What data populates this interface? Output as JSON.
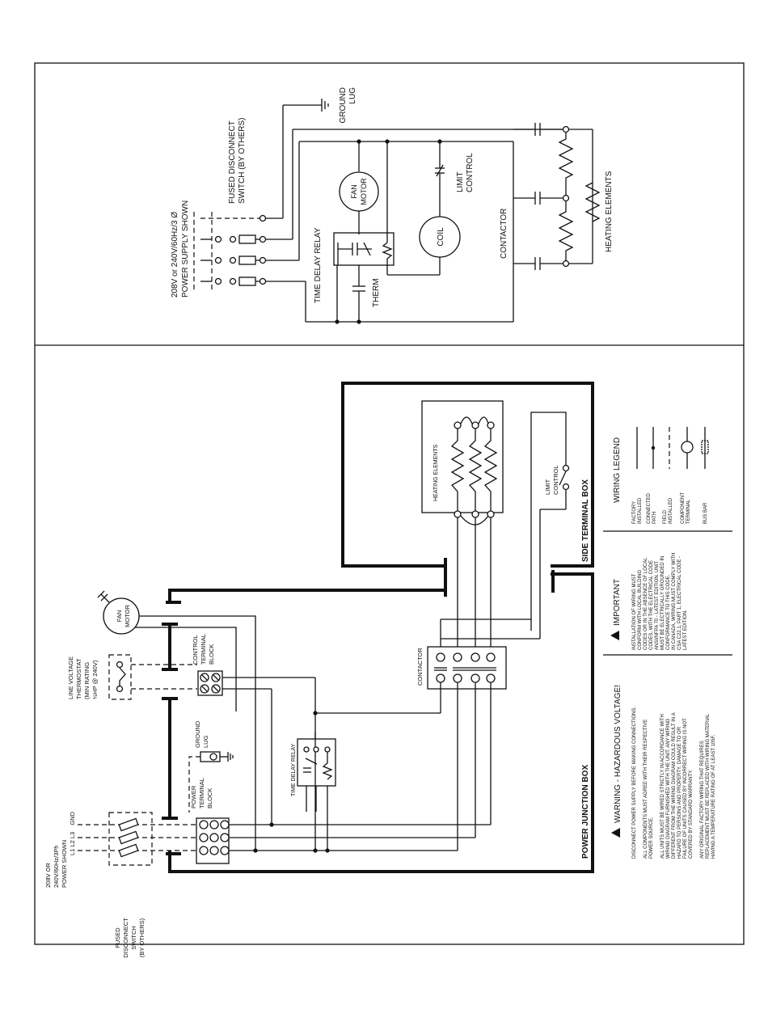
{
  "schematic": {
    "ground_lug": [
      "GROUND",
      "LUG"
    ],
    "fused_disconnect": [
      "FUSED DISCONNECT",
      "SWITCH (BY OTHERS)"
    ],
    "power_supply": [
      "208V or 240V/60Hz/3  Ø",
      "POWER SUPPLY SHOWN"
    ],
    "fan_motor": [
      "FAN",
      "MOTOR"
    ],
    "limit_control": [
      "LIMIT",
      "CONTROL"
    ],
    "coil": "COIL",
    "time_delay_relay": "TIME DELAY RELAY",
    "therm": "THERM",
    "contactor": "CONTACTOR",
    "heating_elements": "HEATING ELEMENTS"
  },
  "wiring": {
    "heating_elements": "HEATING ELEMENTS",
    "limit_control": [
      "LIMIT",
      "CONTROL"
    ],
    "side_terminal_box": "SIDE TERMINAL BOX",
    "fan_motor": [
      "FAN",
      "MOTOR"
    ],
    "control_terminal_block": [
      "CONTROL",
      "TERMINAL",
      "BLOCK"
    ],
    "contactor": "CONTACTOR",
    "thermostat": [
      "LINE VOLTAGE",
      "THERMOSTAT",
      "(MIN RATING",
      "½HP @ 240V)"
    ],
    "ground_lug": [
      "GROUND",
      "LUG"
    ],
    "time_delay_relay": "TIME DELAY RELAY",
    "power_terminal_block": [
      "POWER",
      "TERMINAL",
      "BLOCK"
    ],
    "gnd": "GND",
    "lines": "L1  L2  L3",
    "power_shown": [
      "208V OR",
      "240V/60Hz/3Ph",
      "POWER SHOWN"
    ],
    "fused_switch": [
      "FUSED",
      "DISCONNECT",
      "SWITCH",
      "(BY OTHERS)"
    ],
    "power_junction_box": "POWER JUNCTION BOX"
  },
  "legend": {
    "title": "WIRING LEGEND",
    "items": [
      "FACTORY INSTALLED",
      "CONNECTED PATH",
      "FIELD INSTALLED",
      "COMPONENT TERMINAL",
      "BUS BAR"
    ]
  },
  "important": {
    "title": "IMPORTANT",
    "lines": [
      "INSTALLATION OF WIRING MUST",
      "CONFORM WITH LOCAL BUILDING",
      "CODES OR IN THE ABSENCE OF LOCAL",
      "CODES, WITH THE ELECTRICAL CODE",
      "ANSI/NFPA 70 - LATEST EDITION. UNIT",
      "MUST BE ELECTRICALLY GROUNDED IN",
      "CONFORMANCE TO THIS CODE.",
      "IN CANADA, WIRING MUST COMPLY WITH",
      "CSA C22.1, PART 1, ELECTRICAL CODE -",
      "LATEST EDITION."
    ]
  },
  "warning": {
    "title": "WARNING - HAZARDOUS VOLTAGE!",
    "lines": [
      "DISCONNECT POWER SUPPLY BEFORE MAKING CONNECTIONS.",
      "",
      "ALL COMPONENTS MUST AGREE WITH THEIR RESPECTIVE",
      "POWER SOURCE.",
      "",
      "ALL UNITS MUST BE WIRED STRICTLY IN ACCORDANCE WITH",
      "WIRING DIAGRAM FURNISHED WITH THE UNIT. ANY WIRING",
      "DIFFERENT FROM THE WIRING DIAGRAM COULD RESULT IN A",
      "HAZARD TO PERSONS AND PROPERTY. DAMAGE TO OR",
      "FAILURE OF UNITS CAUSED BY INCORRECT WIRING IS NOT",
      "COVERED BY STANDARD WARRANTY.",
      "",
      "ANY ORIGINAL FACTORY WIRING THAT REQUIRES",
      "REPLACEMENT MUST BE REPLACED WITH WIRING MATERIAL",
      "HAVING A TEMPERATURE RATING OF AT LEAST 105F."
    ]
  }
}
